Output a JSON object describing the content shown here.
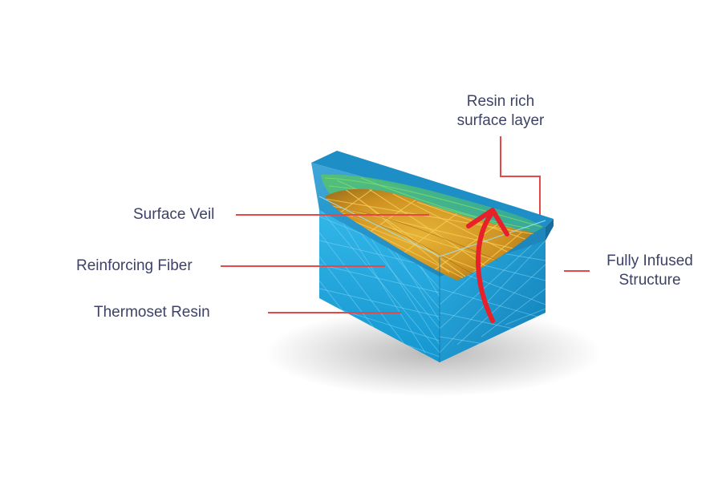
{
  "labels": {
    "resin_rich_line1": "Resin rich",
    "resin_rich_line2": "surface layer",
    "surface_veil": "Surface Veil",
    "reinforcing_fiber": "Reinforcing Fiber",
    "thermoset_resin": "Thermoset Resin",
    "fully_infused_line1": "Fully Infused",
    "fully_infused_line2": "Structure"
  },
  "colors": {
    "label_text": "#3d4266",
    "leader_line": "#e8474a",
    "flow_arrow": "#e8202a",
    "resin_block": "#1aa3d9",
    "surface_veil_fiber": "#3fb84a",
    "reinforcing_fiber": "#d89a1c"
  }
}
